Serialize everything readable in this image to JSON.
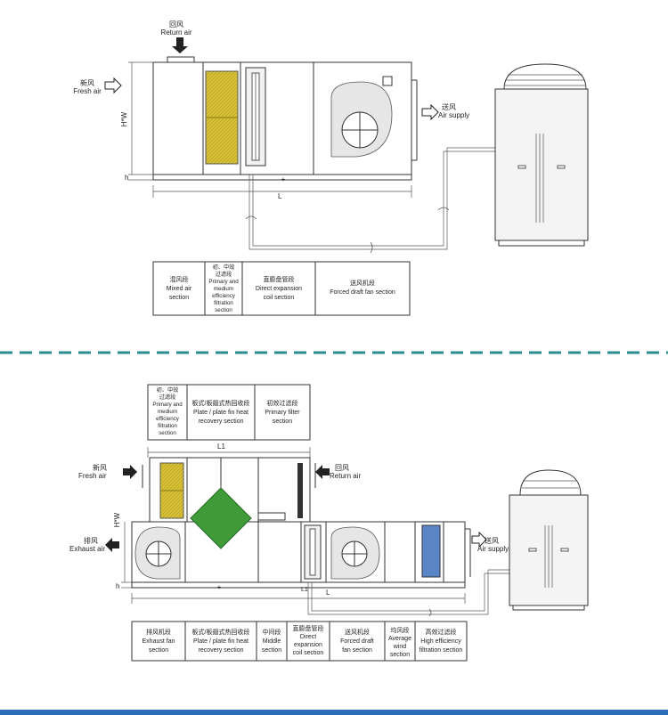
{
  "top": {
    "return_air": {
      "cn": "回风",
      "en": "Return air"
    },
    "fresh_air": {
      "cn": "新风",
      "en": "Fresh air"
    },
    "air_supply": {
      "cn": "送风",
      "en": "Air supply"
    },
    "dim_height": "H*W",
    "dim_h": "h",
    "dim_length": "L",
    "sections": [
      {
        "cn": "混风段",
        "en": "Mixed air section"
      },
      {
        "cn": "初、中效过滤段",
        "en": "Primary and medium efficiency filtration section"
      },
      {
        "cn": "直膨盘管段",
        "en": "Direct expansion coil section"
      },
      {
        "cn": "送风机段",
        "en": "Forced draft fan section"
      }
    ]
  },
  "bottom": {
    "upper_sections": [
      {
        "cn": "初、中效过滤段",
        "en": "Primary and medium efficiency filtration section"
      },
      {
        "cn": "板式/板翅式热回收段",
        "en": "Plate / plate fin heat recovery section"
      },
      {
        "cn": "初效过滤段",
        "en": "Primary filter section"
      }
    ],
    "dim_l1": "L1",
    "fresh_air": {
      "cn": "新风",
      "en": "Fresh air"
    },
    "return_air": {
      "cn": "回风",
      "en": "Return air"
    },
    "exhaust_air": {
      "cn": "排风",
      "en": "Exhaust air"
    },
    "air_supply": {
      "cn": "送风",
      "en": "Air supply"
    },
    "dim_height": "H*W",
    "dim_h": "h",
    "dim_length": "L",
    "lower_sections": [
      {
        "cn": "排风机段",
        "en": "Exhaust fan section"
      },
      {
        "cn": "板式/板翅式热回收段",
        "en": "Plate / plate fin heat recovery section"
      },
      {
        "cn": "中间段",
        "en": "Middle section"
      },
      {
        "cn": "直膨盘管段",
        "en": "Direct expansion coil section"
      },
      {
        "cn": "送风机段",
        "en": "Forced draft fan section"
      },
      {
        "cn": "均风段",
        "en": "Average wind section"
      },
      {
        "cn": "高效过滤段",
        "en": "High efficiency filtration section"
      }
    ]
  },
  "colors": {
    "divider": "#2a8c8c",
    "bottom_bar": "#2a6fb8",
    "filter_yellow": "#e8d23a",
    "heat_recovery_green": "#3f9a3a",
    "hepa_blue": "#5a86c8"
  }
}
